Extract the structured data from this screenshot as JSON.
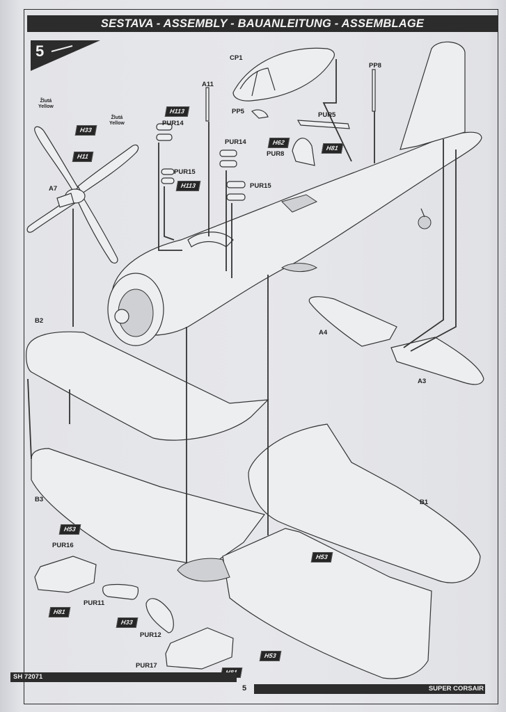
{
  "header": {
    "title": "SESTAVA - ASSEMBLY - BAUANLEITUNG - ASSEMBLAGE",
    "step_number": "5"
  },
  "parts": {
    "cp1": "CP1",
    "a11": "A11",
    "pp5": "PP5",
    "pp8": "PP8",
    "pur5": "PUR5",
    "pur8": "PUR8",
    "pur14_a": "PUR14",
    "pur15_a": "PUR15",
    "pur14_b": "PUR14",
    "pur15_b": "PUR15",
    "a7": "A7",
    "a4": "A4",
    "a3": "A3",
    "b1": "B1",
    "b2": "B2",
    "b3": "B3",
    "pur16": "PUR16",
    "pur11": "PUR11",
    "pur12": "PUR12",
    "pur17": "PUR17"
  },
  "color_notes": {
    "prop_tip_left_cz": "Žlutá",
    "prop_tip_left_en": "Yellow",
    "prop_tip_right_cz": "Žlutá",
    "prop_tip_right_en": "Yellow"
  },
  "paint_codes": {
    "prop_blades": "H33",
    "prop_hub": "H11",
    "pur14_paint": "H113",
    "pur15_paint": "H113",
    "pur8_paint": "H62",
    "pur5_paint": "H81",
    "b3_gear_doors": "H53",
    "pur16_paint": "H81",
    "pur11_12_paint": "H33",
    "pur17_paint": "H81",
    "b1_gear_doors": "H53",
    "center_gear_doors": "H53"
  },
  "footer": {
    "kit_code": "SH 72071",
    "page_number": "5",
    "kit_name": "SUPER CORSAIR"
  }
}
